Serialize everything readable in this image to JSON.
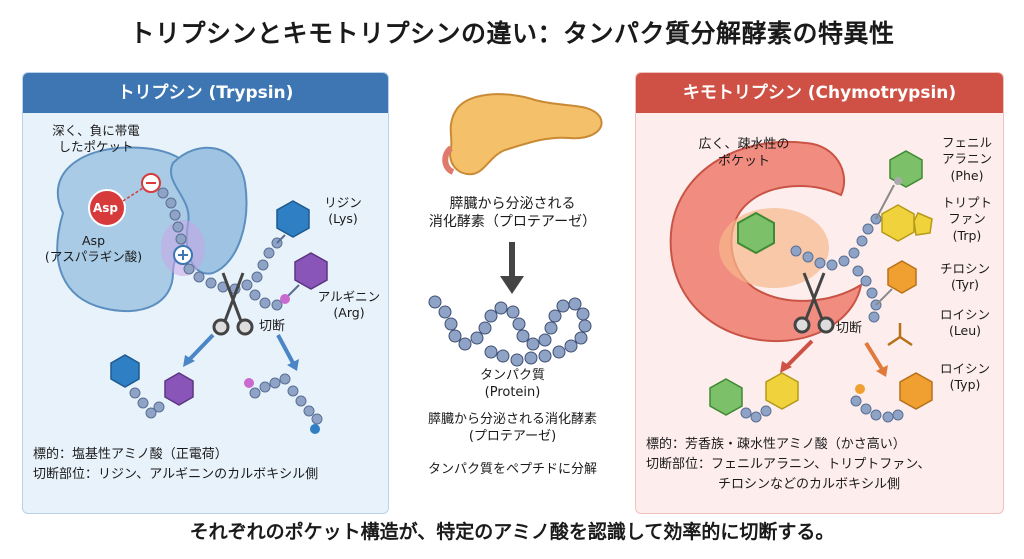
{
  "title": "トリプシンとキモトリプシンの違い：タンパク質分解酵素の特異性",
  "footer": "それぞれのポケット構造が、特定のアミノ酸を認識して効率的に切断する。",
  "trypsin": {
    "header": "トリプシン (Trypsin)",
    "pocket_label": [
      "深く、負に帯電",
      "したポケット"
    ],
    "asp_badge": "Asp",
    "asp_label": [
      "Asp",
      "(アスパラギン酸)"
    ],
    "lys_label": [
      "リジン",
      "(Lys)"
    ],
    "arg_label": [
      "アルギニン",
      "(Arg)"
    ],
    "cut_label": "切断",
    "target": "標的：塩基性アミノ酸（正電荷）",
    "site": "切断部位：リジン、アルギニンのカルボキシル側"
  },
  "center": {
    "organ_label": [
      "膵臓から分泌される",
      "消化酵素（プロテアーゼ）"
    ],
    "protein_label": [
      "タンパク質",
      "(Protein)"
    ],
    "secretion_label": [
      "膵臓から分泌される消化酵素",
      "(プロテアーゼ)"
    ],
    "action_label": "タンパク質をペプチドに分解"
  },
  "chymotrypsin": {
    "header": "キモトリプシン (Chymotrypsin)",
    "pocket_label": [
      "広く、疎水性の",
      "ポケット"
    ],
    "phe_label": [
      "フェニル",
      "アラニン",
      "(Phe)"
    ],
    "trp_label": [
      "トリプト",
      "ファン",
      "(Trp)"
    ],
    "tyr_label": [
      "チロシン",
      "(Tyr)"
    ],
    "leu_label": [
      "ロイシン",
      "(Leu)"
    ],
    "typ_label": [
      "ロイシン",
      "(Typ)"
    ],
    "cut_label": "切断",
    "target": "標的：芳香族・疎水性アミノ酸（かさ高い）",
    "site": [
      "切断部位：フェニルアラニン、トリプトファン、",
      "チロシンなどのカルボキシル側"
    ]
  },
  "colors": {
    "trypsin_accent": "#3d76b3",
    "chymotrypsin_accent": "#cf5045",
    "chain": "#8fa3c6",
    "lys": "#2f7fc4",
    "arg": "#8a55b8",
    "phe": "#5aaa4c",
    "trp": "#e3c72d",
    "tyr": "#f0a030",
    "asp": "#d63a3a"
  }
}
